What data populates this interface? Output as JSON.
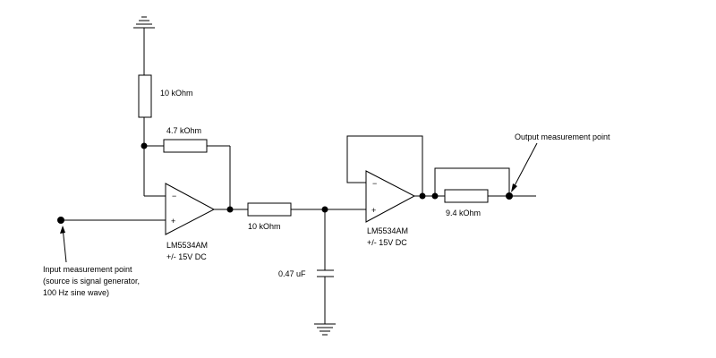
{
  "components": {
    "r_ground": "10 kOhm",
    "r_feedback": "4.7 kOhm",
    "r_series": "10 kOhm",
    "cap": "0.47 uF",
    "r_output": "9.4 kOhm"
  },
  "opamp1": {
    "model": "LM5534AM",
    "supply": "+/- 15V DC",
    "inv": "−",
    "noninv": "+"
  },
  "opamp2": {
    "model": "LM5534AM",
    "supply": "+/- 15V DC",
    "inv": "−",
    "noninv": "+"
  },
  "input_note": {
    "line1": "Input measurement point",
    "line2": "(source is signal generator,",
    "line3": "100 Hz sine wave)"
  },
  "output_note": "Output measurement point"
}
